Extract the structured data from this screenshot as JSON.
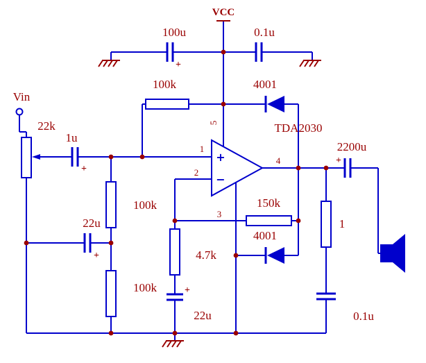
{
  "colors": {
    "wire": "#0000cc",
    "annotation": "#990000",
    "background": "#ffffff"
  },
  "schematic": {
    "power": {
      "vcc": "VCC"
    },
    "ic": {
      "name": "TDA2030",
      "pins": {
        "p1": "1",
        "p2": "2",
        "p3": "3",
        "p4": "4",
        "p5": "5"
      },
      "input_plus": "+",
      "input_minus": "−"
    },
    "components": {
      "input_net": "Vin",
      "c_decouple_bulk": "100u",
      "c_decouple_hf": "0.1u",
      "r_bias_top": "100k",
      "d_protect_top": "4001",
      "d_protect_bottom": "4001",
      "pot_volume": "22k",
      "c_input": "1u",
      "r_bias_mid": "100k",
      "c_bias_bypass": "22u",
      "r_feedback": "150k",
      "r_feedback_gnd": "4.7k",
      "r_bias_bottom": "100k",
      "c_feedback": "22u",
      "c_output": "2200u",
      "r_zobel": "1",
      "c_zobel": "0.1u"
    },
    "polarity_mark": "+"
  }
}
